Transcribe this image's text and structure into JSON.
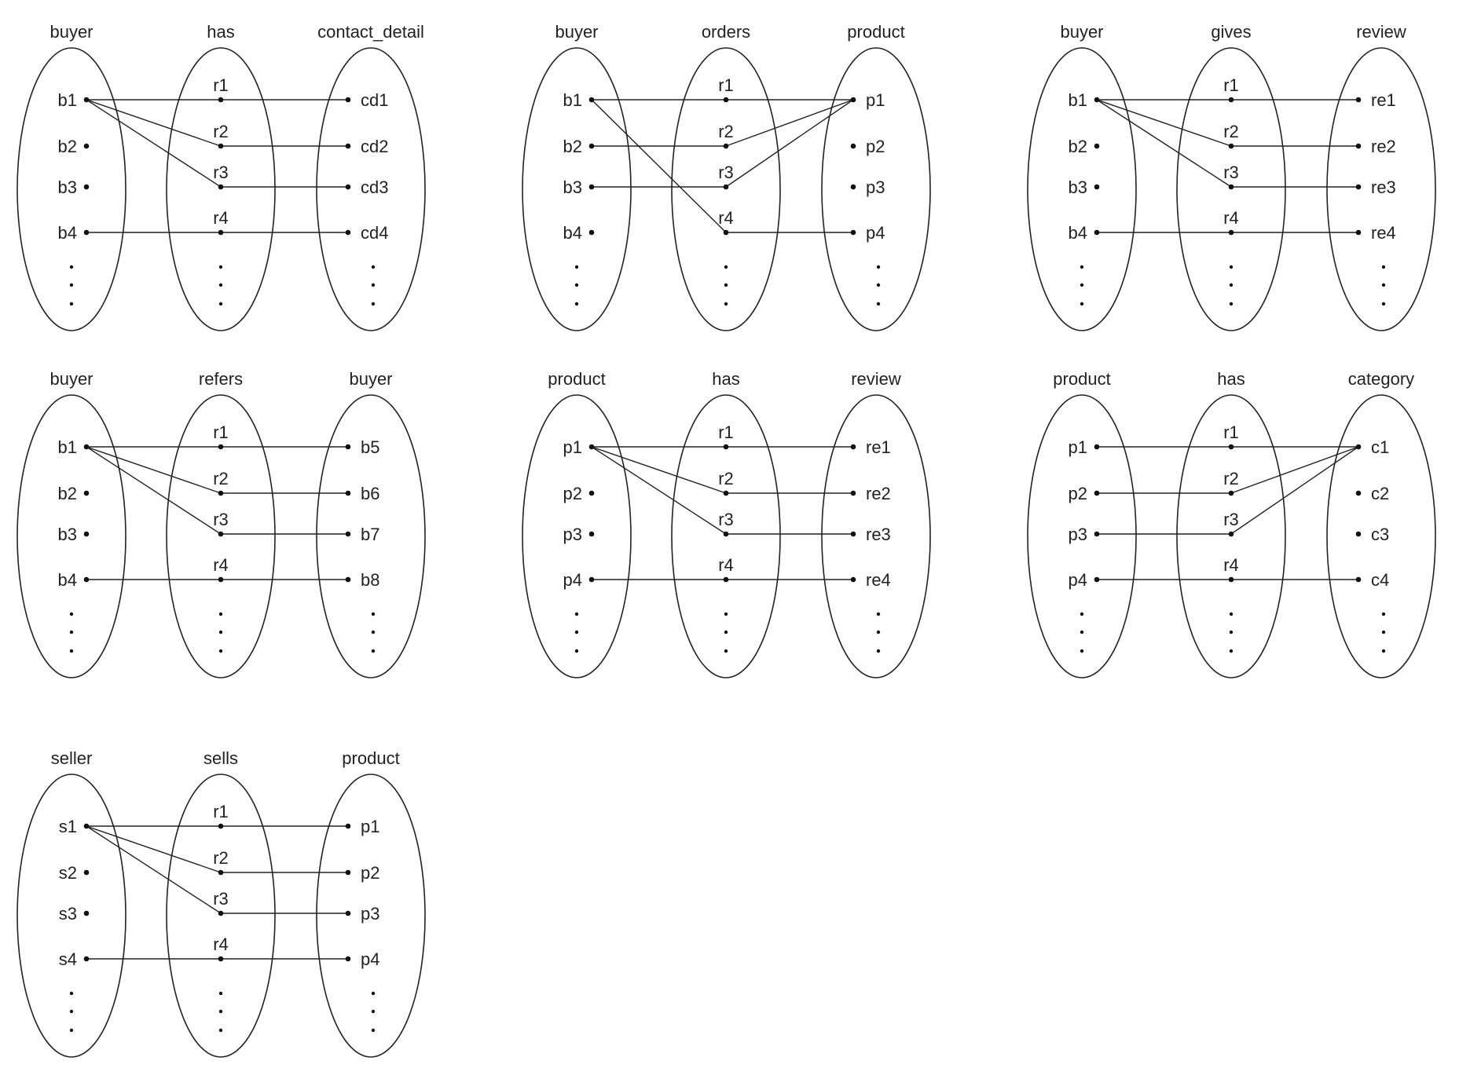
{
  "diagrams": [
    {
      "titles": [
        "buyer",
        "has",
        "contact_detail"
      ],
      "left": [
        "b1",
        "b2",
        "b3",
        "b4"
      ],
      "mid": [
        "r1",
        "r2",
        "r3",
        "r4"
      ],
      "right": [
        "cd1",
        "cd2",
        "cd3",
        "cd4"
      ],
      "left_links": [
        0,
        0,
        0,
        3
      ],
      "right_links": [
        0,
        1,
        2,
        3
      ]
    },
    {
      "titles": [
        "buyer",
        "orders",
        "product"
      ],
      "left": [
        "b1",
        "b2",
        "b3",
        "b4"
      ],
      "mid": [
        "r1",
        "r2",
        "r3",
        "r4"
      ],
      "right": [
        "p1",
        "p2",
        "p3",
        "p4"
      ],
      "left_links": [
        0,
        1,
        2,
        0
      ],
      "right_links": [
        0,
        0,
        0,
        3
      ]
    },
    {
      "titles": [
        "buyer",
        "gives",
        "review"
      ],
      "left": [
        "b1",
        "b2",
        "b3",
        "b4"
      ],
      "mid": [
        "r1",
        "r2",
        "r3",
        "r4"
      ],
      "right": [
        "re1",
        "re2",
        "re3",
        "re4"
      ],
      "left_links": [
        0,
        0,
        0,
        3
      ],
      "right_links": [
        0,
        1,
        2,
        3
      ]
    },
    {
      "titles": [
        "buyer",
        "refers",
        "buyer"
      ],
      "left": [
        "b1",
        "b2",
        "b3",
        "b4"
      ],
      "mid": [
        "r1",
        "r2",
        "r3",
        "r4"
      ],
      "right": [
        "b5",
        "b6",
        "b7",
        "b8"
      ],
      "left_links": [
        0,
        0,
        0,
        3
      ],
      "right_links": [
        0,
        1,
        2,
        3
      ]
    },
    {
      "titles": [
        "product",
        "has",
        "review"
      ],
      "left": [
        "p1",
        "p2",
        "p3",
        "p4"
      ],
      "mid": [
        "r1",
        "r2",
        "r3",
        "r4"
      ],
      "right": [
        "re1",
        "re2",
        "re3",
        "re4"
      ],
      "left_links": [
        0,
        0,
        0,
        3
      ],
      "right_links": [
        0,
        1,
        2,
        3
      ]
    },
    {
      "titles": [
        "product",
        "has",
        "category"
      ],
      "left": [
        "p1",
        "p2",
        "p3",
        "p4"
      ],
      "mid": [
        "r1",
        "r2",
        "r3",
        "r4"
      ],
      "right": [
        "c1",
        "c2",
        "c3",
        "c4"
      ],
      "left_links": [
        0,
        1,
        2,
        3
      ],
      "right_links": [
        0,
        0,
        0,
        3
      ]
    },
    {
      "titles": [
        "seller",
        "sells",
        "product"
      ],
      "left": [
        "s1",
        "s2",
        "s3",
        "s4"
      ],
      "mid": [
        "r1",
        "r2",
        "r3",
        "r4"
      ],
      "right": [
        "p1",
        "p2",
        "p3",
        "p4"
      ],
      "left_links": [
        0,
        0,
        0,
        3
      ],
      "right_links": [
        0,
        1,
        2,
        3
      ]
    }
  ]
}
